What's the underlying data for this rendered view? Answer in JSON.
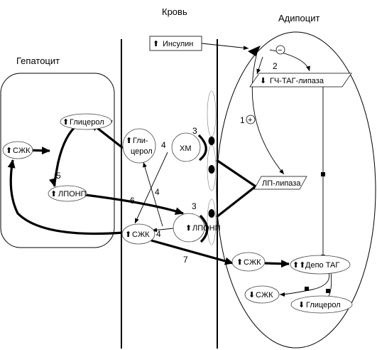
{
  "regions": {
    "blood": "Кровь",
    "hepatocyte": "Гепатоцит",
    "adipocyte": "Адипоцит"
  },
  "nodes": {
    "insulin": "Инсулин",
    "hsl_lipase": "ГЧ-ТАГ-липаза",
    "lp_lipase": "ЛП-липаза",
    "glycerol_liver": "Глицерол",
    "ffa_liver": "СЖК",
    "vldl_liver": "ЛПОНП",
    "glycerol_blood_1": "Гли-",
    "glycerol_blood_2": "церол",
    "chylomicron": "ХМ",
    "vldl_blood": "ЛПОНП",
    "ffa_blood": "СЖК",
    "ffa_adipo": "СЖК",
    "depot_tag": "Депо ТАГ",
    "ffa_out": "СЖК",
    "glycerol_out": "Глицерол"
  },
  "symbols": {
    "minus": "−",
    "plus": "+"
  },
  "numbers": {
    "n1": "1",
    "n2": "2",
    "n3a": "3",
    "n3b": "3",
    "n4a": "4",
    "n4b": "4",
    "n4c": "4",
    "n5": "5",
    "n6": "6",
    "n7": "7"
  }
}
